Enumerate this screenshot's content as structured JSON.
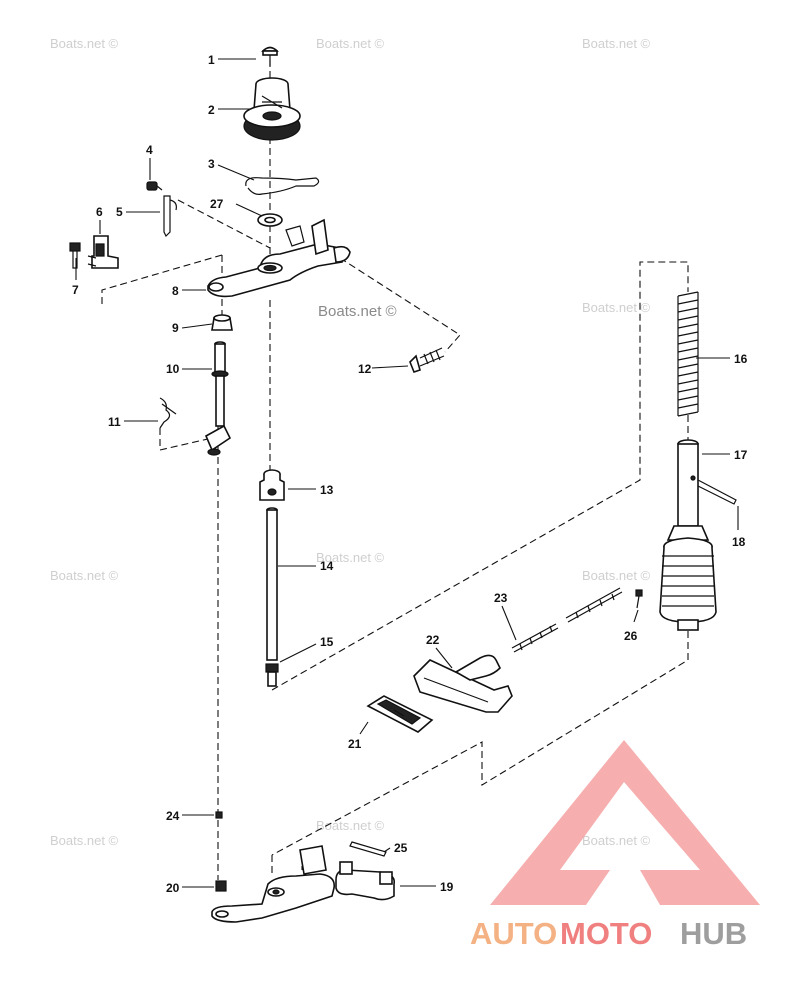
{
  "watermark": "Boats.net ©",
  "brand": {
    "part_auto": "AUTO",
    "part_moto": "MOTO",
    "part_hub": "HUB",
    "colors": {
      "auto": "#f4b183",
      "moto": "#f08080",
      "hub": "#9e9e9e",
      "logo": "#f4a0a0"
    }
  },
  "callouts": [
    "1",
    "2",
    "3",
    "4",
    "5",
    "6",
    "7",
    "8",
    "9",
    "10",
    "11",
    "12",
    "13",
    "14",
    "15",
    "16",
    "17",
    "18",
    "19",
    "20",
    "21",
    "22",
    "23",
    "24",
    "25",
    "26",
    "27"
  ]
}
